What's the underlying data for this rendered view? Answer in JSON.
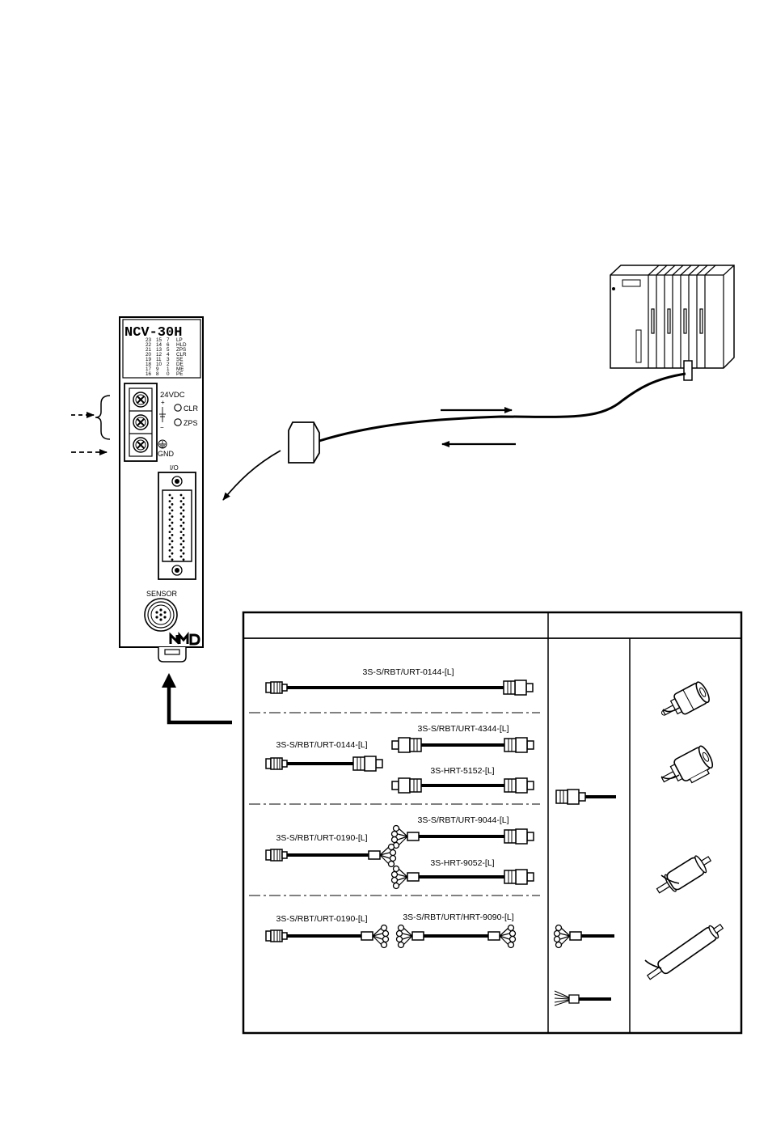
{
  "unit": {
    "model": "NCV-30H",
    "status_numbers": [
      [
        "23",
        "15",
        "7"
      ],
      [
        "22",
        "14",
        "6"
      ],
      [
        "21",
        "13",
        "5"
      ],
      [
        "20",
        "12",
        "4"
      ],
      [
        "19",
        "11",
        "3"
      ],
      [
        "18",
        "10",
        "2"
      ],
      [
        "17",
        "9",
        "1"
      ],
      [
        "16",
        "8",
        "0"
      ]
    ],
    "status_labels": [
      "LP",
      "HLD",
      "ZPS",
      "CLR",
      "SE",
      "DE",
      "ME",
      "PE"
    ],
    "terminal_24v": "24VDC",
    "plus": "+",
    "minus": "−",
    "clr": "CLR",
    "zps": "ZPS",
    "gnd": "GND",
    "io": "I/O",
    "sensor": "SENSOR",
    "brand": "NMD"
  },
  "cable_table": {
    "col_headers": [
      "",
      ""
    ],
    "cables": [
      "3S-S/RBT/URT-0144-[L]",
      "3S-S/RBT/URT-4344-[L]",
      "3S-S/RBT/URT-0144-[L]",
      "3S-HRT-5152-[L]",
      "3S-S/RBT/URT-9044-[L]",
      "3S-S/RBT/URT-0190-[L]",
      "3S-HRT-9052-[L]",
      "3S-S/RBT/URT-0190-[L]",
      "3S-S/RBT/URT/HRT-9090-[L]"
    ]
  }
}
